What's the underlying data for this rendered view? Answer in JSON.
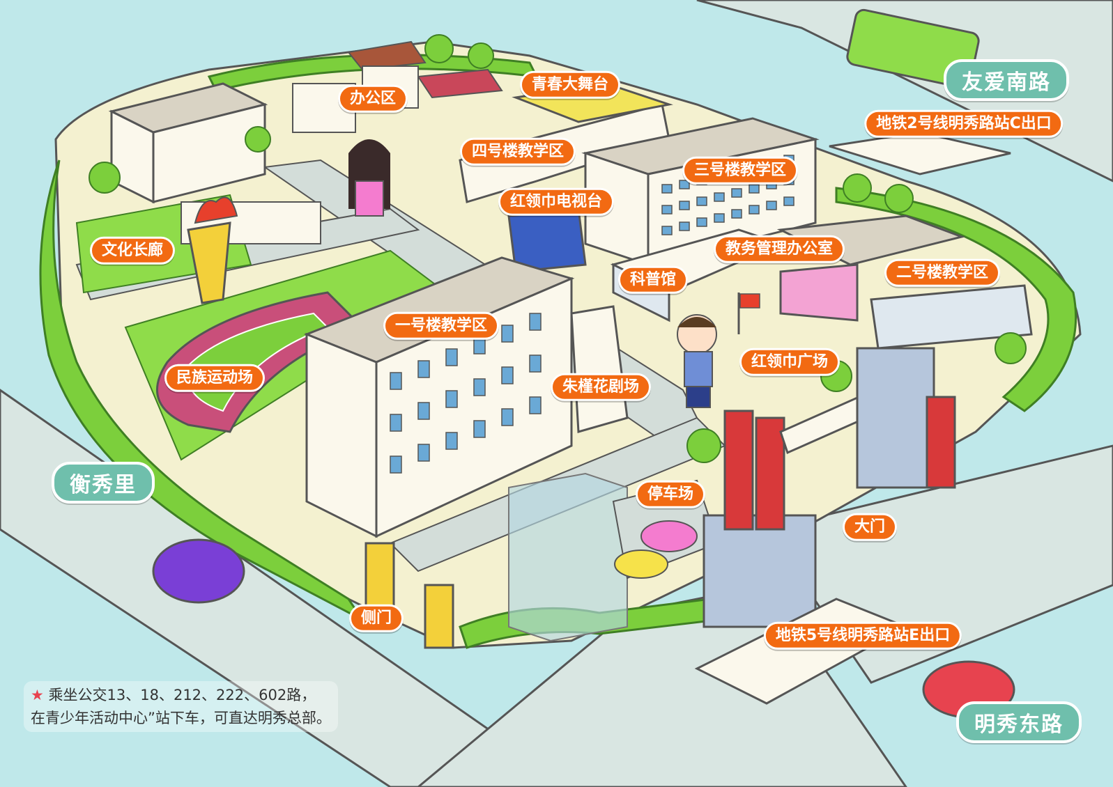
{
  "labels": {
    "office_area": "办公区",
    "youth_stage": "青春大舞台",
    "building4": "四号楼教学区",
    "building3": "三号楼教学区",
    "red_scarf_tv": "红领巾电视台",
    "culture_corridor": "文化长廊",
    "academic_office": "教务管理办公室",
    "science_hall": "科普馆",
    "building2": "二号楼教学区",
    "building1": "一号楼教学区",
    "red_scarf_square": "红领巾广场",
    "ethnic_sports_field": "民族运动场",
    "hibiscus_theater": "朱槿花剧场",
    "parking": "停车场",
    "main_gate": "大门",
    "side_gate": "侧门",
    "metro2_exit": "地铁2号线明秀路站C出口",
    "metro5_exit": "地铁5号线明秀路站E出口"
  },
  "roads": {
    "youai_south": "友爱南路",
    "hengxiuli": "衡秀里",
    "mingxiu_east": "明秀东路"
  },
  "note": {
    "star": "★",
    "line1": "乘坐公交13、18、212、222、602路，",
    "line2": "在青少年活动中心”站下车，可直达明秀总部。"
  },
  "colors": {
    "background": "#bfe8ea",
    "ground": "#f4f1d0",
    "hedge": "#7ccf3c",
    "road": "#d3ddd9",
    "track": "#c94f7a",
    "label_fill": "#f26a12",
    "road_label_fill": "#6fbfac",
    "note_star": "#e7434f"
  }
}
